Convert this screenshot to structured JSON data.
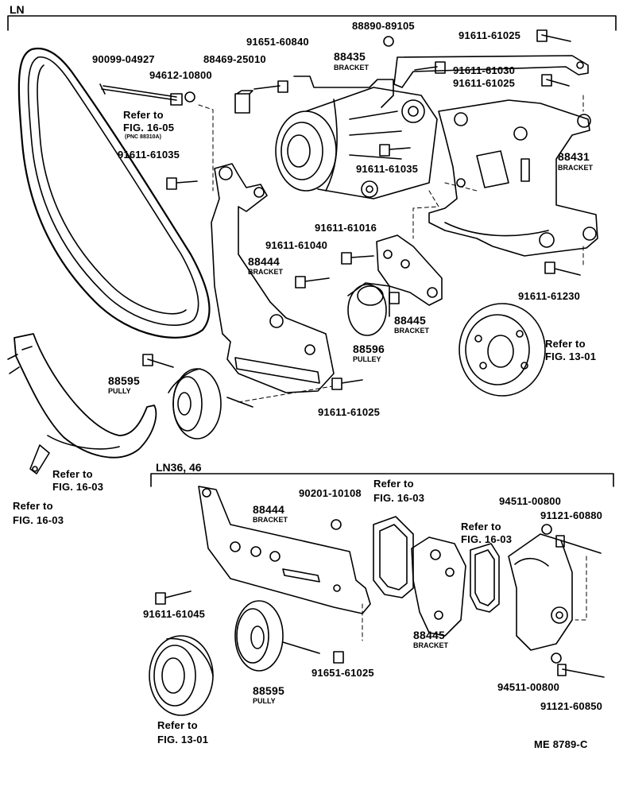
{
  "sections": {
    "top": "LN",
    "bottom": "LN36, 46"
  },
  "drawing_code": "ME 8789-C",
  "parts": {
    "p1": "88890-89105",
    "p2": "91651-60840",
    "p3": "91611-61025",
    "p4": "90099-04927",
    "p5": "88469-25010",
    "p6": "94612-10800",
    "p7": "88435",
    "p7s": "BRACKET",
    "p8": "91611-61030",
    "p9": "91611-61025",
    "p10": "91611-61035",
    "p11": "91611-61035",
    "p12": "88431",
    "p12s": "BRACKET",
    "p13": "91611-61016",
    "p14": "91611-61040",
    "p15": "88444",
    "p15s": "BRACKET",
    "p16": "88445",
    "p16s": "BRACKET",
    "p17": "88596",
    "p17s": "PULLEY",
    "p18": "91611-61230",
    "p19": "88595",
    "p19s": "PULLY",
    "p20": "91611-61025",
    "b1": "90201-10108",
    "b2": "88444",
    "b2s": "BRACKET",
    "b3": "94511-00800",
    "b4": "91121-60880",
    "b5": "91611-61045",
    "b6": "88445",
    "b6s": "BRACKET",
    "b7": "91651-61025",
    "b8": "88595",
    "b8s": "PULLY",
    "b9": "94511-00800",
    "b10": "91121-60850"
  },
  "refs": {
    "r1a": "Refer to",
    "r1b": "FIG. 16-05",
    "r1c": "(PNC 88310A)",
    "r2a": "Refer to",
    "r2b": "FIG. 13-01",
    "r3a": "Refer to",
    "r3b": "FIG. 16-03",
    "r4a": "Refer to",
    "r4b": "FIG. 16-03",
    "r5a": "Refer to",
    "r5b": "FIG. 16-03",
    "r6a": "Refer to",
    "r6b": "FIG. 16-03",
    "r7a": "Refer to",
    "r7b": "FIG. 13-01"
  }
}
